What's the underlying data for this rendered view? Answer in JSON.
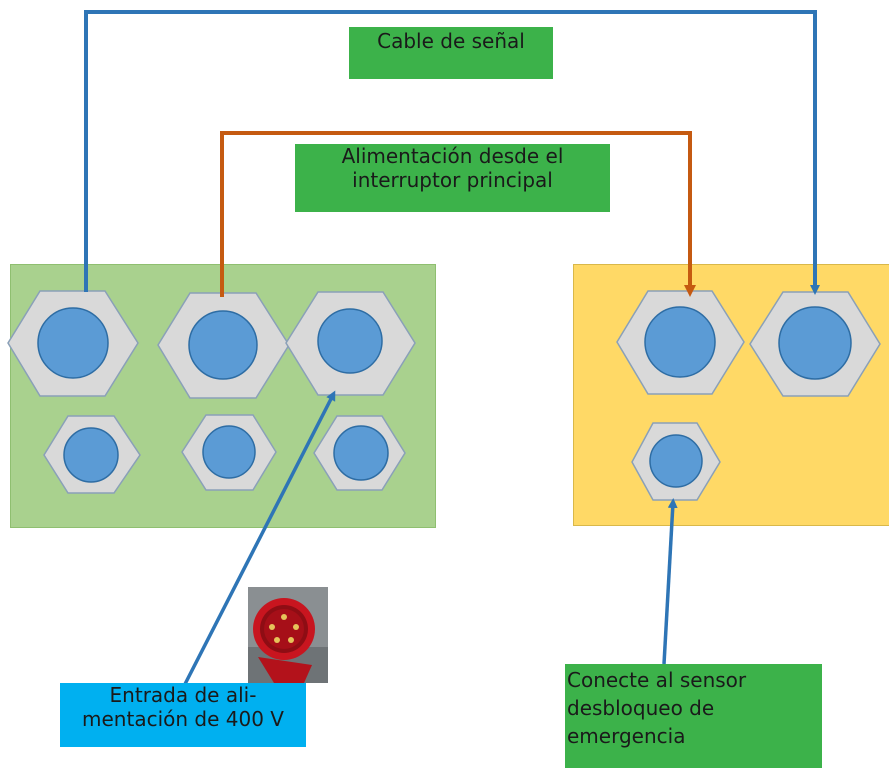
{
  "labels": {
    "signal_cable": "Cable de señal",
    "power_feed_line1": "Alimentación desde el",
    "power_feed_line2": "interruptor principal",
    "power_input_line1": "Entrada de ali-",
    "power_input_line2": "mentación de 400 V",
    "sensor_line1": "Conecte al sensor",
    "sensor_line2": "desbloqueo de",
    "sensor_line3": "emergencia"
  },
  "colors": {
    "left_box": "#a9d18e",
    "right_box": "#ffd966",
    "signal_wire": "#2e75b6",
    "power_wire": "#c55a11",
    "gland_body": "#d9d9d9",
    "gland_center": "#5b9bd5",
    "label_green": "#3cb24a",
    "label_blue": "#00b0f0"
  },
  "icons": {
    "plug": "red-cee-400v-plug-photo",
    "gland": "hexagon-cable-gland-icon"
  }
}
